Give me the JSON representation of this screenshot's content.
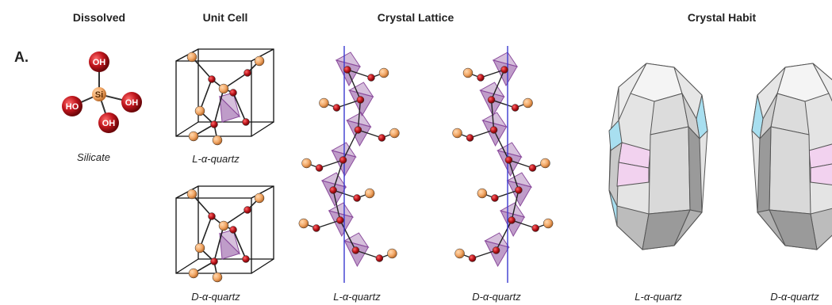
{
  "panel_label": "A.",
  "headers": {
    "dissolved": "Dissolved",
    "unit_cell": "Unit Cell",
    "crystal_lattice": "Crystal Lattice",
    "crystal_habit": "Crystal Habit"
  },
  "captions": {
    "silicate": "Silicate",
    "unit_cell_left": "L-α-quartz",
    "unit_cell_right": "D-α-quartz",
    "lattice_left": "L-α-quartz",
    "lattice_right": "D-α-quartz",
    "habit_left": "L-α-quartz",
    "habit_right": "D-α-quartz"
  },
  "molecule": {
    "center": "Si",
    "ligands": [
      "OH",
      "OH",
      "HO",
      "OH"
    ]
  },
  "colors": {
    "oxygen": "#c0161d",
    "silicon": "#f2a766",
    "tetrahedron": "#8a4b9c",
    "axis": "#3a3acf",
    "habit_face": "#e4e4e4",
    "habit_dark": "#9a9a9a",
    "habit_cyan": "#a8dff0",
    "habit_pink": "#f2d2ef"
  }
}
